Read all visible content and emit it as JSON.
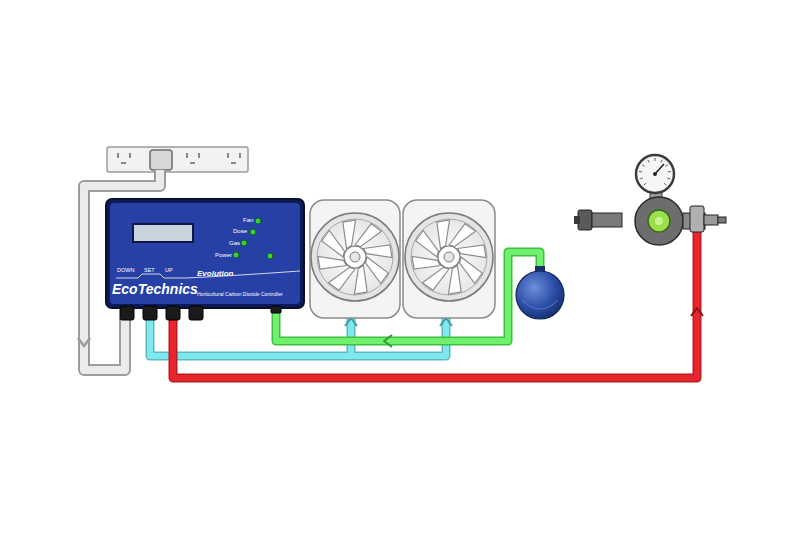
{
  "diagram": {
    "nodes": [
      {
        "text": [
          "Fan",
          "Dose",
          "Gas",
          "Power",
          "DOWN",
          "SET",
          "UP",
          "EcoTechnics",
          "Evolution",
          "Horticultural Carbon Dioxide Controller"
        ]
      }
    ]
  }
}
